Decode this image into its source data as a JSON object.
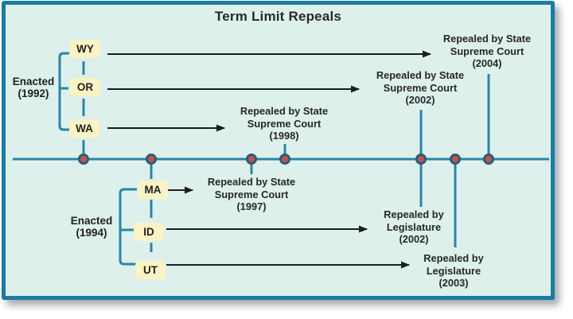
{
  "title": "Term Limit Repeals",
  "colors": {
    "panel_border": "#1a7ca3",
    "panel_bg": "#ddf0ec",
    "timeline": "#2a86a6",
    "event_dot": "#cb4e4e",
    "event_dot_ring": "#265f78",
    "state_label_bg": "#faf3c3",
    "arrow": "#1c1c1c",
    "text": "#272727"
  },
  "enacted_groups": {
    "g1992": {
      "label": "Enacted",
      "year": "(1992)",
      "states": {
        "wy": "WY",
        "or": "OR",
        "wa": "WA"
      }
    },
    "g1994": {
      "label": "Enacted",
      "year": "(1994)",
      "states": {
        "ma": "MA",
        "id": "ID",
        "ut": "UT"
      }
    }
  },
  "repeals": {
    "wy": {
      "line1": "Repealed by State",
      "line2": "Supreme Court",
      "year": "(2004)"
    },
    "or": {
      "line1": "Repealed by State",
      "line2": "Supreme Court",
      "year": "(2002)"
    },
    "wa": {
      "line1": "Repealed by State",
      "line2": "Supreme Court",
      "year": "(1998)"
    },
    "ma": {
      "line1": "Repealed by State",
      "line2": "Supreme Court",
      "year": "(1997)"
    },
    "id": {
      "line1": "Repealed by",
      "line2": "Legislature",
      "year": "(2002)"
    },
    "ut": {
      "line1": "Repealed by",
      "line2": "Legislature",
      "year": "(2003)"
    }
  }
}
